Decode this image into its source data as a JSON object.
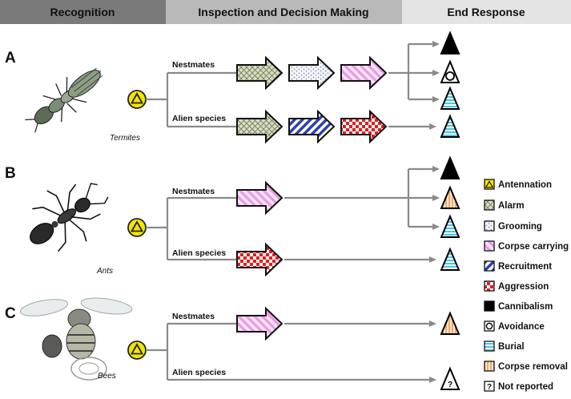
{
  "header": {
    "recognition": "Recognition",
    "inspection": "Inspection and Decision Making",
    "end_response": "End Response"
  },
  "panels": {
    "a": {
      "letter": "A",
      "taxon": "Termites",
      "nest_label": "Nestmates",
      "alien_label": "Alien species"
    },
    "b": {
      "letter": "B",
      "taxon": "Ants",
      "nest_label": "Nestmates",
      "alien_label": "Alien species"
    },
    "c": {
      "letter": "C",
      "taxon": "Bees",
      "nest_label": "Nestmates",
      "alien_label": "Alien species"
    }
  },
  "legend": [
    {
      "key": "antennation",
      "label": "Antennation"
    },
    {
      "key": "alarm",
      "label": "Alarm"
    },
    {
      "key": "grooming",
      "label": "Grooming"
    },
    {
      "key": "corpse-carrying",
      "label": "Corpse carrying"
    },
    {
      "key": "recruitment",
      "label": "Recruitment"
    },
    {
      "key": "aggression",
      "label": "Aggression"
    },
    {
      "key": "cannibalism",
      "label": "Cannibalism"
    },
    {
      "key": "avoidance",
      "label": "Avoidance"
    },
    {
      "key": "burial",
      "label": "Burial"
    },
    {
      "key": "corpse-removal",
      "label": "Corpse removal"
    },
    {
      "key": "not-reported",
      "label": "Not reported"
    }
  ],
  "not_reported_mark": "?",
  "colors": {
    "header_dark": "#7a7a7a",
    "header_mid": "#b9b9b9",
    "header_light": "#e4e4e4",
    "antennation": "#f2e600",
    "alarm": "#d8dcc0",
    "grooming": "#eef0f6",
    "corpse_carrying": "#f3b8ef",
    "recruitment": "#2b3fb5",
    "aggression": "#e02020",
    "burial": "#4ec3e6",
    "corpse_removal": "#f1a86a",
    "flow_line": "#8a8a8a"
  }
}
